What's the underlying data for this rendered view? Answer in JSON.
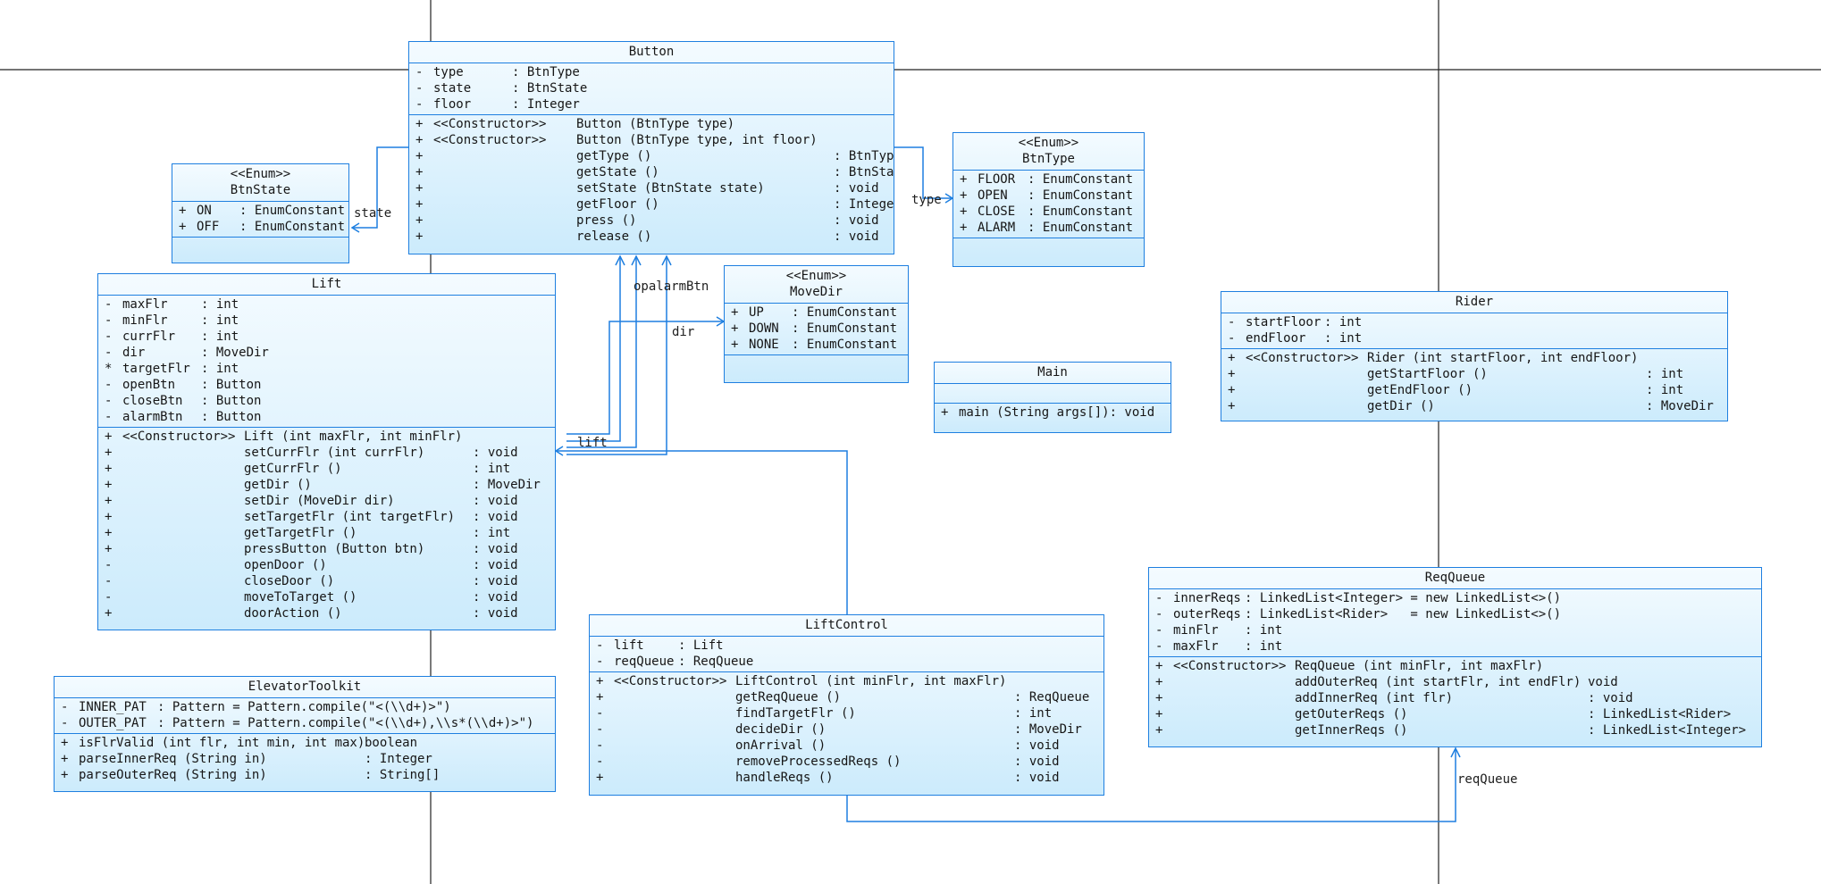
{
  "classes": {
    "button": {
      "title": "Button",
      "attributes": [
        {
          "vis": "-",
          "name": "type",
          "type": ": BtnType"
        },
        {
          "vis": "-",
          "name": "state",
          "type": ": BtnState"
        },
        {
          "vis": "-",
          "name": "floor",
          "type": ": Integer"
        }
      ],
      "methods": [
        {
          "vis": "+",
          "stereo": "<<Constructor>>",
          "sig": "Button (BtnType type)",
          "ret": ""
        },
        {
          "vis": "+",
          "stereo": "<<Constructor>>",
          "sig": "Button (BtnType type, int floor)",
          "ret": ""
        },
        {
          "vis": "+",
          "stereo": "",
          "sig": "getType ()",
          "ret": ": BtnType"
        },
        {
          "vis": "+",
          "stereo": "",
          "sig": "getState ()",
          "ret": ": BtnState"
        },
        {
          "vis": "+",
          "stereo": "",
          "sig": "setState (BtnState state)",
          "ret": ": void"
        },
        {
          "vis": "+",
          "stereo": "",
          "sig": "getFloor ()",
          "ret": ": Integer"
        },
        {
          "vis": "+",
          "stereo": "",
          "sig": "press ()",
          "ret": ": void"
        },
        {
          "vis": "+",
          "stereo": "",
          "sig": "release ()",
          "ret": ": void"
        }
      ]
    },
    "btnstate": {
      "stereotype": "<<Enum>>",
      "title": "BtnState",
      "attributes": [
        {
          "vis": "+",
          "name": "ON",
          "type": ": EnumConstant"
        },
        {
          "vis": "+",
          "name": "OFF",
          "type": ": EnumConstant"
        }
      ]
    },
    "btntype": {
      "stereotype": "<<Enum>>",
      "title": "BtnType",
      "attributes": [
        {
          "vis": "+",
          "name": "FLOOR",
          "type": ": EnumConstant"
        },
        {
          "vis": "+",
          "name": "OPEN",
          "type": ": EnumConstant"
        },
        {
          "vis": "+",
          "name": "CLOSE",
          "type": ": EnumConstant"
        },
        {
          "vis": "+",
          "name": "ALARM",
          "type": ": EnumConstant"
        }
      ]
    },
    "lift": {
      "title": "Lift",
      "attributes": [
        {
          "vis": "-",
          "name": "maxFlr",
          "type": ": int"
        },
        {
          "vis": "-",
          "name": "minFlr",
          "type": ": int"
        },
        {
          "vis": "-",
          "name": "currFlr",
          "type": ": int"
        },
        {
          "vis": "-",
          "name": "dir",
          "type": ": MoveDir"
        },
        {
          "vis": "*",
          "name": "targetFlr",
          "type": ": int"
        },
        {
          "vis": "-",
          "name": "openBtn",
          "type": ": Button"
        },
        {
          "vis": "-",
          "name": "closeBtn",
          "type": ": Button"
        },
        {
          "vis": "-",
          "name": "alarmBtn",
          "type": ": Button"
        }
      ],
      "methods": [
        {
          "vis": "+",
          "stereo": "<<Constructor>>",
          "sig": "Lift (int maxFlr, int minFlr)",
          "ret": ""
        },
        {
          "vis": "+",
          "stereo": "",
          "sig": "setCurrFlr (int currFlr)",
          "ret": ": void"
        },
        {
          "vis": "+",
          "stereo": "",
          "sig": "getCurrFlr ()",
          "ret": ": int"
        },
        {
          "vis": "+",
          "stereo": "",
          "sig": "getDir ()",
          "ret": ": MoveDir"
        },
        {
          "vis": "+",
          "stereo": "",
          "sig": "setDir (MoveDir dir)",
          "ret": ": void"
        },
        {
          "vis": "+",
          "stereo": "",
          "sig": "setTargetFlr (int targetFlr)",
          "ret": ": void"
        },
        {
          "vis": "+",
          "stereo": "",
          "sig": "getTargetFlr ()",
          "ret": ": int"
        },
        {
          "vis": "+",
          "stereo": "",
          "sig": "pressButton (Button btn)",
          "ret": ": void"
        },
        {
          "vis": "-",
          "stereo": "",
          "sig": "openDoor ()",
          "ret": ": void"
        },
        {
          "vis": "-",
          "stereo": "",
          "sig": "closeDoor ()",
          "ret": ": void"
        },
        {
          "vis": "-",
          "stereo": "",
          "sig": "moveToTarget ()",
          "ret": ": void"
        },
        {
          "vis": "+",
          "stereo": "",
          "sig": "doorAction ()",
          "ret": ": void"
        }
      ]
    },
    "movedir": {
      "stereotype": "<<Enum>>",
      "title": "MoveDir",
      "attributes": [
        {
          "vis": "+",
          "name": "UP",
          "type": ": EnumConstant"
        },
        {
          "vis": "+",
          "name": "DOWN",
          "type": ": EnumConstant"
        },
        {
          "vis": "+",
          "name": "NONE",
          "type": ": EnumConstant"
        }
      ]
    },
    "main": {
      "title": "Main",
      "methods": [
        {
          "vis": "+",
          "stereo": "",
          "sig": "main (String args[]): void",
          "ret": ""
        }
      ]
    },
    "rider": {
      "title": "Rider",
      "attributes": [
        {
          "vis": "-",
          "name": "startFloor",
          "type": ": int"
        },
        {
          "vis": "-",
          "name": "endFloor",
          "type": ": int"
        }
      ],
      "methods": [
        {
          "vis": "+",
          "stereo": "<<Constructor>>",
          "sig": "Rider (int startFloor, int endFloor)",
          "ret": ""
        },
        {
          "vis": "+",
          "stereo": "",
          "sig": "getStartFloor ()",
          "ret": ": int"
        },
        {
          "vis": "+",
          "stereo": "",
          "sig": "getEndFloor ()",
          "ret": ": int"
        },
        {
          "vis": "+",
          "stereo": "",
          "sig": "getDir ()",
          "ret": ": MoveDir"
        }
      ]
    },
    "reqqueue": {
      "title": "ReqQueue",
      "attributes": [
        {
          "vis": "-",
          "name": "innerReqs",
          "type": ": LinkedList<Integer> = new LinkedList<>()"
        },
        {
          "vis": "-",
          "name": "outerReqs",
          "type": ": LinkedList<Rider>   = new LinkedList<>()"
        },
        {
          "vis": "-",
          "name": "minFlr",
          "type": ": int"
        },
        {
          "vis": "-",
          "name": "maxFlr",
          "type": ": int"
        }
      ],
      "methods": [
        {
          "vis": "+",
          "stereo": "<<Constructor>>",
          "sig": "ReqQueue (int minFlr, int maxFlr)",
          "ret": ""
        },
        {
          "vis": "+",
          "stereo": "",
          "sig": "addOuterReq (int startFlr, int endFlr)",
          "ret": "void"
        },
        {
          "vis": "+",
          "stereo": "",
          "sig": "addInnerReq (int flr)",
          "ret": ": void"
        },
        {
          "vis": "+",
          "stereo": "",
          "sig": "getOuterReqs ()",
          "ret": ": LinkedList<Rider>"
        },
        {
          "vis": "+",
          "stereo": "",
          "sig": "getInnerReqs ()",
          "ret": ": LinkedList<Integer>"
        }
      ]
    },
    "liftcontrol": {
      "title": "LiftControl",
      "attributes": [
        {
          "vis": "-",
          "name": "lift",
          "type": ": Lift"
        },
        {
          "vis": "-",
          "name": "reqQueue",
          "type": ": ReqQueue"
        }
      ],
      "methods": [
        {
          "vis": "+",
          "stereo": "<<Constructor>>",
          "sig": "LiftControl (int minFlr, int maxFlr)",
          "ret": ""
        },
        {
          "vis": "+",
          "stereo": "",
          "sig": "getReqQueue ()",
          "ret": ": ReqQueue"
        },
        {
          "vis": "-",
          "stereo": "",
          "sig": "findTargetFlr ()",
          "ret": ": int"
        },
        {
          "vis": "-",
          "stereo": "",
          "sig": "decideDir ()",
          "ret": ": MoveDir"
        },
        {
          "vis": "-",
          "stereo": "",
          "sig": "onArrival ()",
          "ret": ": void"
        },
        {
          "vis": "-",
          "stereo": "",
          "sig": "removeProcessedReqs ()",
          "ret": ": void"
        },
        {
          "vis": "+",
          "stereo": "",
          "sig": "handleReqs ()",
          "ret": ": void"
        }
      ]
    },
    "toolkit": {
      "title": "ElevatorToolkit",
      "attributes": [
        {
          "vis": "-",
          "name": "INNER_PAT",
          "type": ": Pattern = Pattern.compile(\"<(\\\\d+)>\")"
        },
        {
          "vis": "-",
          "name": "OUTER_PAT",
          "type": ": Pattern = Pattern.compile(\"<(\\\\d+),\\\\s*(\\\\d+)>\")"
        }
      ],
      "methods": [
        {
          "vis": "+",
          "stereo": "",
          "sig": "isFlrValid (int flr, int min, int max)",
          "ret": "boolean"
        },
        {
          "vis": "+",
          "stereo": "",
          "sig": "parseInnerReq (String in)",
          "ret": ": Integer"
        },
        {
          "vis": "+",
          "stereo": "",
          "sig": "parseOuterReq (String in)",
          "ret": ": String[]"
        }
      ]
    }
  },
  "connectors": {
    "state_label": "state",
    "type_label": "type",
    "lift_label": "lift",
    "dir_label": "dir",
    "buttons_label": "opalarmBtn",
    "reqqueue_label": "reqQueue"
  },
  "colors": {
    "border": "#1e7fe0",
    "fill_top": "#f4fbff",
    "fill_bottom": "#ccebfc",
    "wire": "#1e7fe0",
    "frame": "#222222"
  }
}
